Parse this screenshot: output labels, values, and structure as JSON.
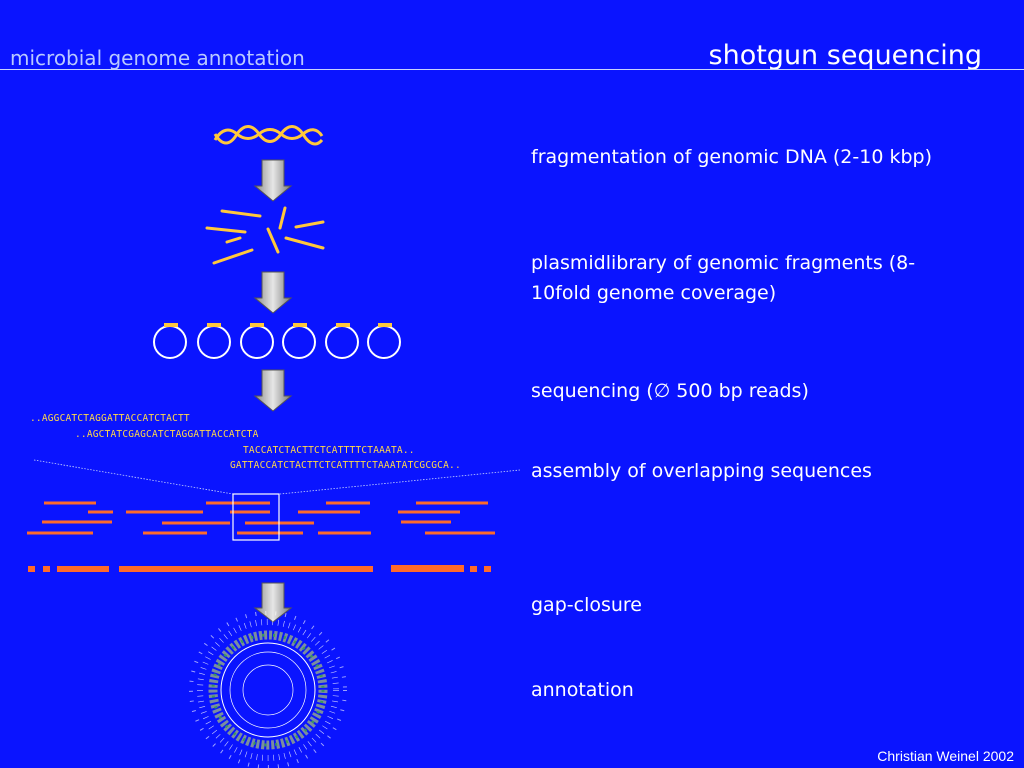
{
  "header": {
    "left_title": "microbial genome annotation",
    "right_title": "shotgun sequencing"
  },
  "steps": [
    {
      "text": "fragmentation of genomic DNA (2-10 kbp)"
    },
    {
      "text": "plasmidlibrary of genomic fragments (8-10fold genome coverage)"
    },
    {
      "text": "sequencing (∅ 500 bp reads)"
    },
    {
      "text": "assembly of overlapping sequences"
    },
    {
      "text": "gap-closure"
    },
    {
      "text": "annotation"
    }
  ],
  "sequences": [
    "..AGGCATCTAGGATTACCATCTACTT",
    "..AGCTATCGAGCATCTAGGATTACCATCTA",
    "TACCATCTACTTCTCATTTTCTAAATA..",
    "GATTACCATCTACTTCTCATTTTCTAAATATCGCGCA.."
  ],
  "colors": {
    "background": "#0a14ff",
    "dna": "#ffc83c",
    "reads": "#ff6a2a",
    "header_left": "#b9c9ff"
  },
  "footer": "Christian Weinel 2002"
}
